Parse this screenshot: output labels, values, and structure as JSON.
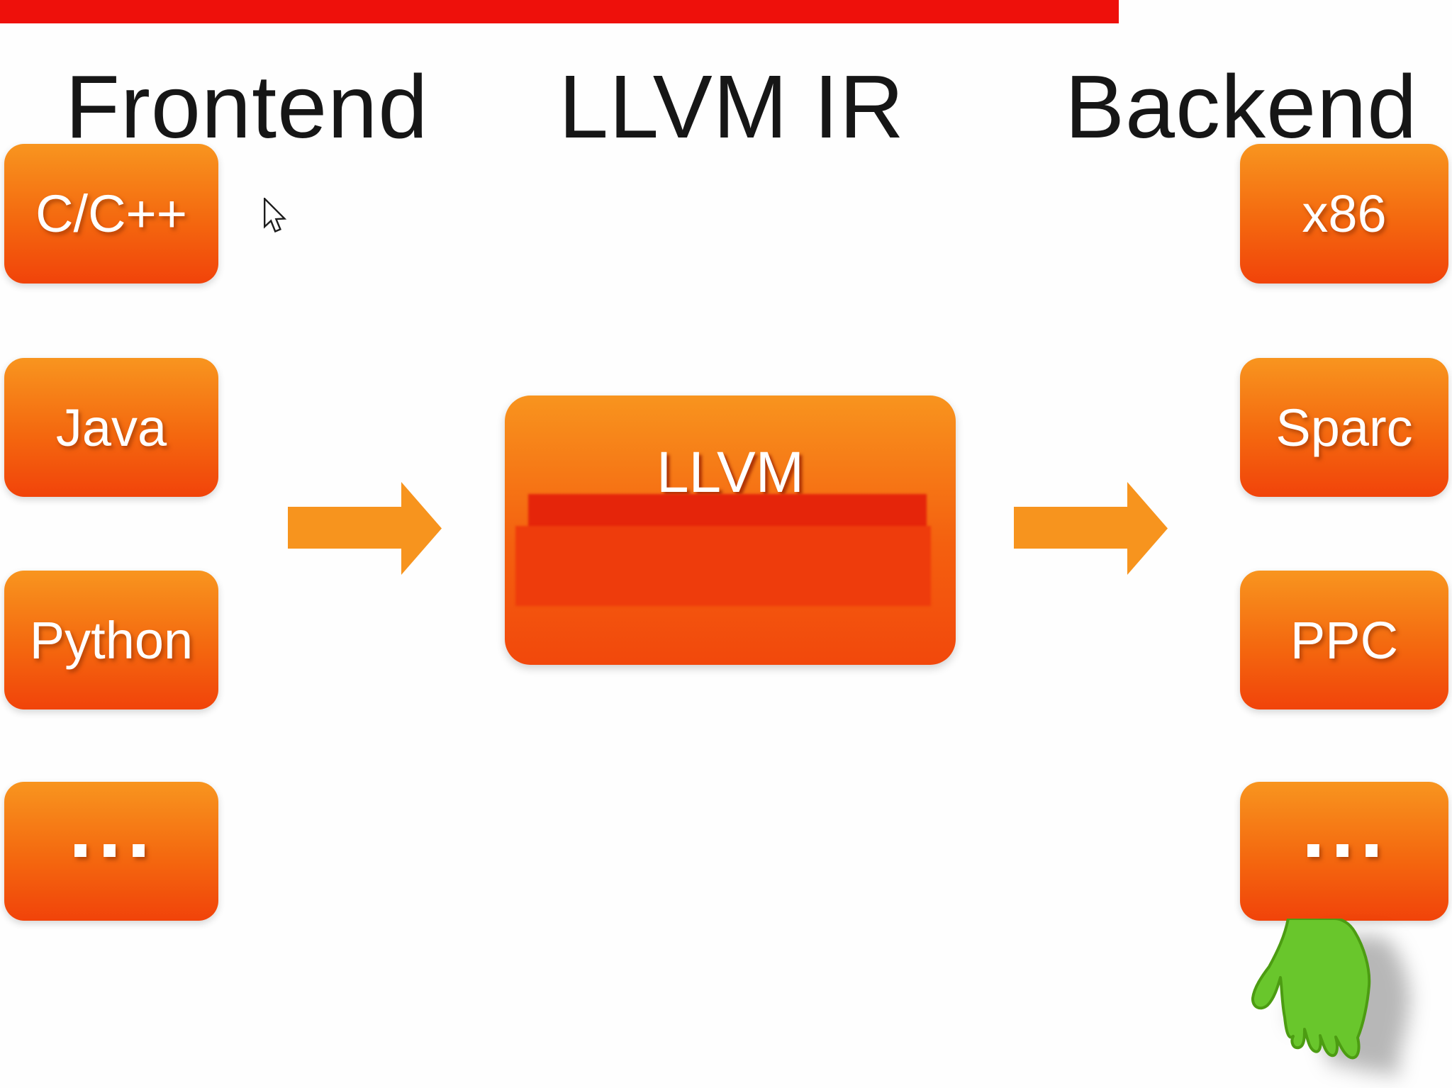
{
  "progress_bar": {
    "progress_percent": 77,
    "color": "#EE100B"
  },
  "headings": {
    "frontend": "Frontend",
    "llvm_ir": "LLVM IR",
    "backend": "Backend"
  },
  "frontend_boxes": [
    "C/C++",
    "Java",
    "Python",
    "..."
  ],
  "backend_boxes": [
    "x86",
    "Sparc",
    "PPC",
    "..."
  ],
  "center_box": {
    "label": "LLVM"
  },
  "colors": {
    "box_gradient_top": "#F8951F",
    "box_gradient_bottom": "#F1430A",
    "arrow": "#F7941E",
    "redaction_band_dark": "#E5250A",
    "redaction_band_light": "#EE3C0C",
    "hand": "#69C62C",
    "heading_text": "#161616",
    "box_text": "#FFFFFF",
    "progress_red": "#EE100B"
  },
  "icons": {
    "cursor": "mouse-cursor-arrow",
    "hand": "green-hand-pointer-down"
  }
}
